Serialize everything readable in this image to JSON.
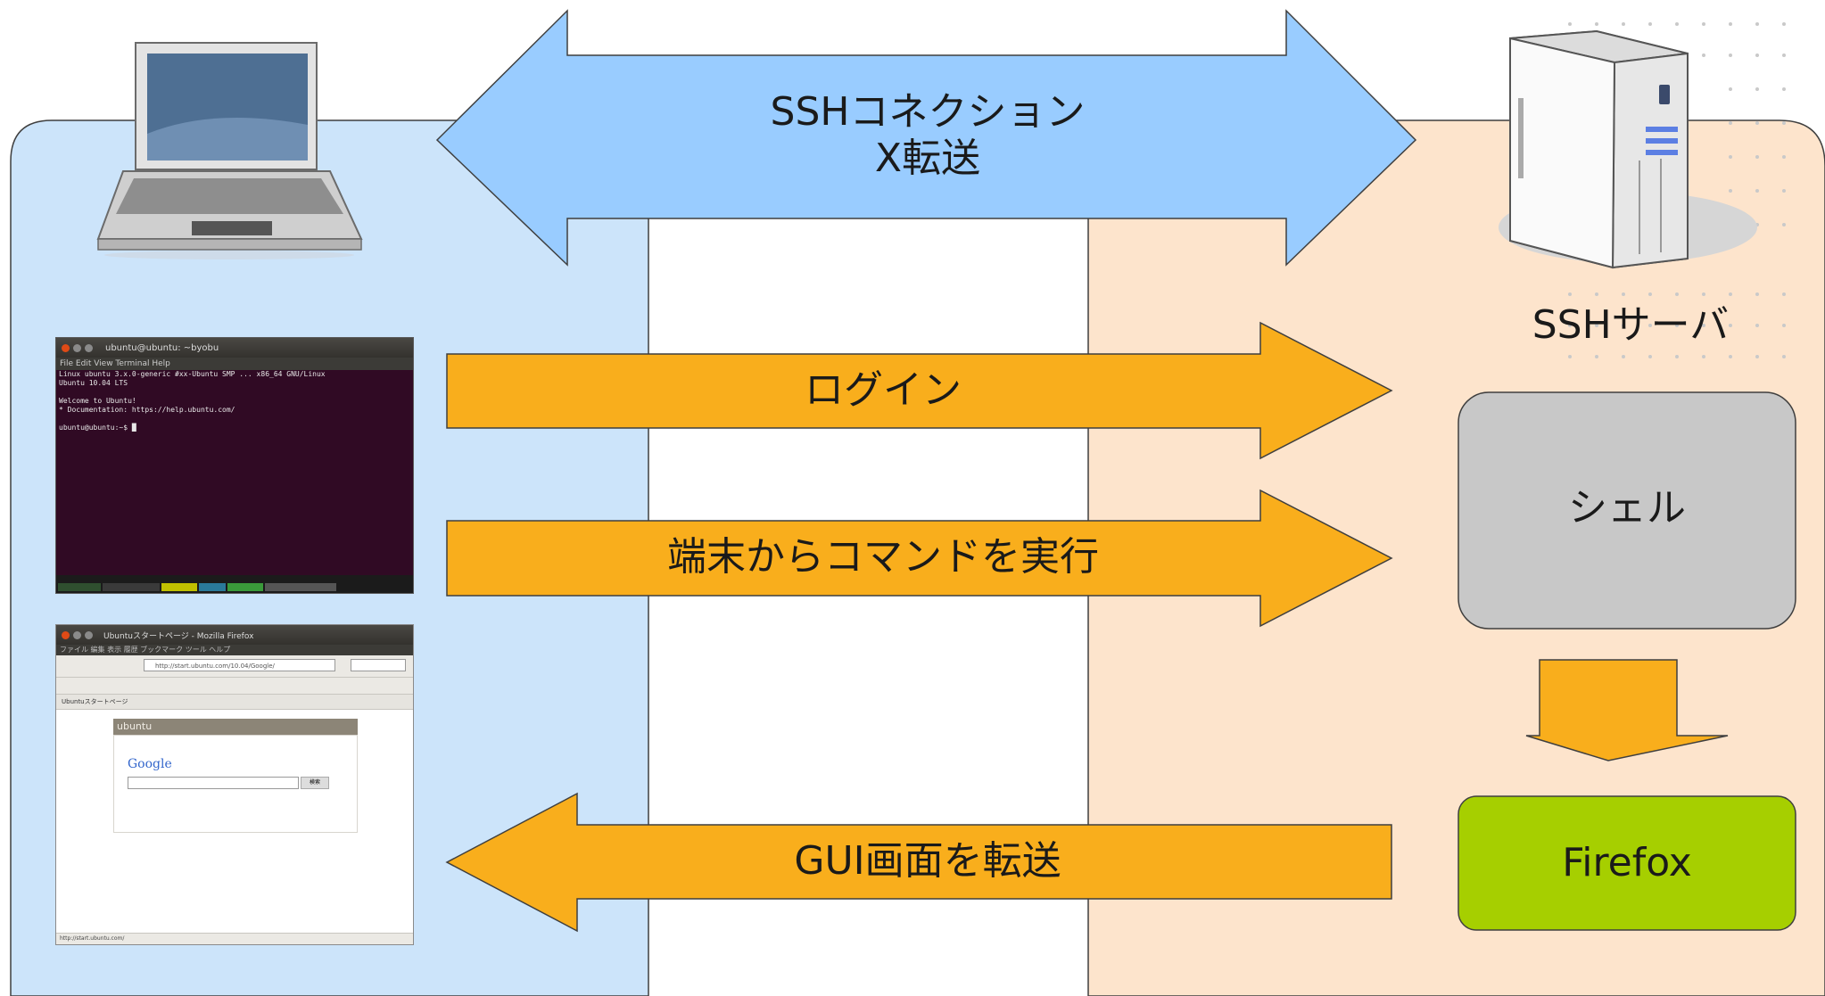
{
  "colors": {
    "client_panel": "#cce4fa",
    "server_panel": "#fde4cc",
    "ssh_arrow": "#99ccff",
    "flow_arrow": "#f9ae1c",
    "shell_box": "#c8c8c8",
    "firefox_box": "#a6cf00"
  },
  "icons": {
    "client": "laptop-icon",
    "server": "server-tower-icon"
  },
  "ssh_connection": {
    "line1": "SSHコネクション",
    "line2": "X転送"
  },
  "server_label": "SSHサーバ",
  "arrows": {
    "login": "ログイン",
    "command": "端末からコマンドを実行",
    "gui_transfer": "GUI画面を転送"
  },
  "boxes": {
    "shell": "シェル",
    "firefox": "Firefox"
  },
  "terminal_screenshot": {
    "title": "ubuntu@ubuntu: ~byobu",
    "menu": "File  Edit  View  Terminal  Help",
    "lines": [
      "Linux ubuntu 3.x.0-generic #xx-Ubuntu SMP ... x86_64 GNU/Linux",
      "Ubuntu 10.04 LTS",
      "",
      "Welcome to Ubuntu!",
      " * Documentation:  https://help.ubuntu.com/",
      "",
      "ubuntu@ubuntu:~$ █"
    ]
  },
  "browser_screenshot": {
    "title": "Ubuntuスタートページ - Mozilla Firefox",
    "menu": "ファイル  編集  表示  履歴  ブックマーク  ツール  ヘルプ",
    "url": "http://start.ubuntu.com/10.04/Google/",
    "tab": "Ubuntuスタートページ",
    "page_header": "ubuntu",
    "search_brand": "Google",
    "search_button": "検索",
    "status": "http://start.ubuntu.com/"
  }
}
